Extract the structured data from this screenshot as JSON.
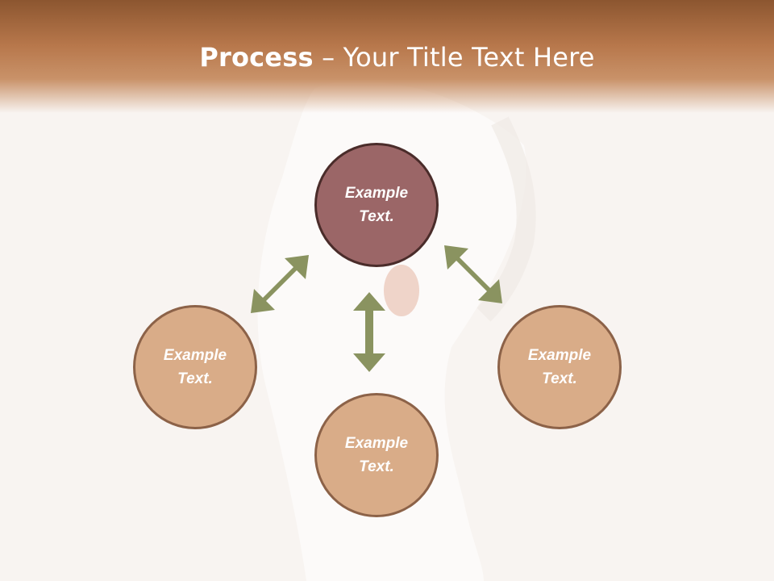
{
  "slide": {
    "title_bold": "Process",
    "title_rest": " – Your Title Text Here"
  },
  "diagram": {
    "center_node": "Example\nText.",
    "left_node": "Example\nText.",
    "bottom_node": "Example\nText.",
    "right_node": "Example\nText."
  },
  "colors": {
    "header": "#b7774b",
    "center_fill": "#9b6667",
    "outer_fill": "#d9ac88",
    "arrow": "#8a9360"
  }
}
